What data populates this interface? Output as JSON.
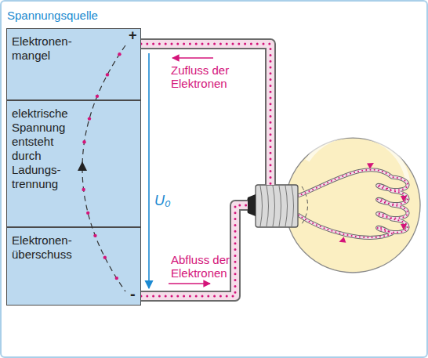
{
  "diagram": {
    "title": "Spannungsquelle",
    "nodes": [
      {
        "text": [
          "Elektronen- mangel"
        ]
      },
      {
        "text": [
          "elektrische Spannung entsteht durch Ladungs- trennung"
        ]
      },
      {
        "text": [
          "Elektronen- überschuss"
        ]
      }
    ],
    "labels": [
      "+",
      "-",
      "U₀",
      "Zufluss der Elektronen",
      "Abfluss der Elektronen"
    ]
  }
}
